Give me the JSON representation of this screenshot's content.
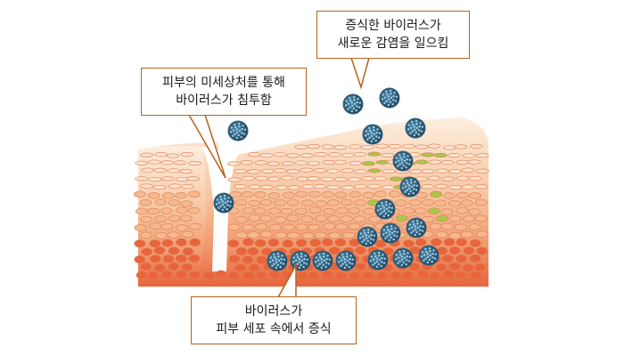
{
  "callouts": {
    "entry": {
      "line1": "피부의 미세상처를 통해",
      "line2": "바이러스가 침투함"
    },
    "spread": {
      "line1": "증식한 바이러스가",
      "line2": "새로운 감염을 일으킴"
    },
    "replicate": {
      "line1": "바이러스가",
      "line2": "피부 세포 속에서 증식"
    }
  },
  "colors": {
    "callout_border": "#b5651d",
    "virus_body": "#2f5f7d",
    "virus_dot": "#9fd0e8",
    "skin_top": "#fbe3cf",
    "skin_mid": "#f6b88f",
    "skin_basal": "#e8643b",
    "infected_cell": "#a8c84a"
  },
  "icons": {
    "virus": "virus-particle-icon"
  }
}
